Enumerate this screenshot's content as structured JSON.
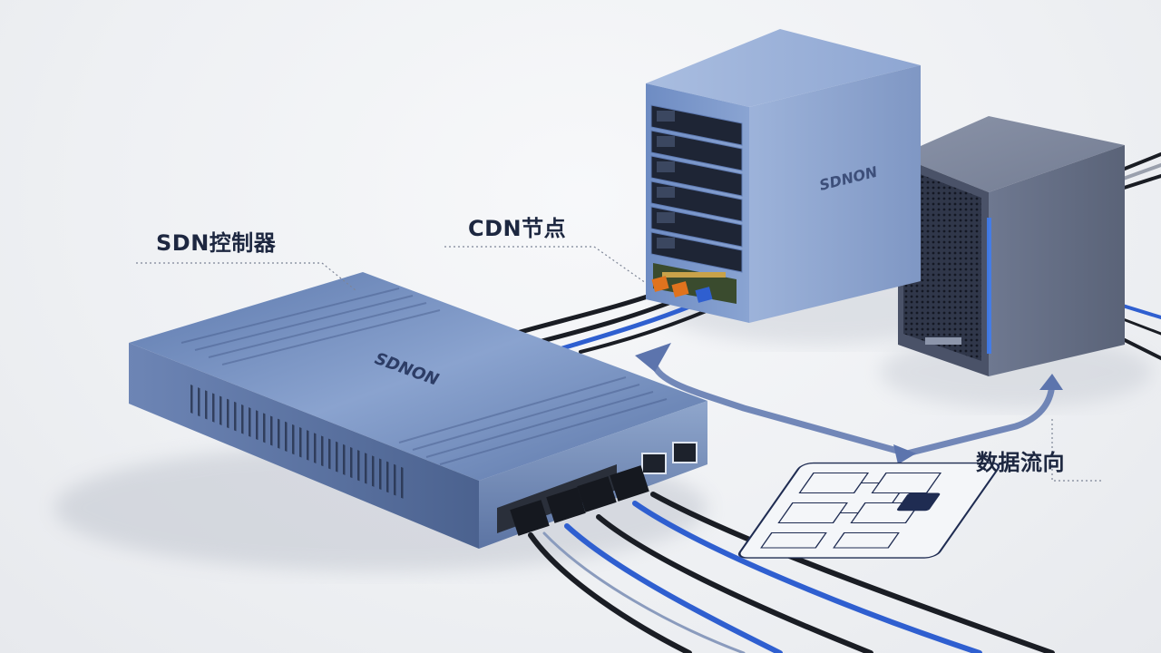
{
  "labels": {
    "sdn_controller": "SDN控制器",
    "cdn_node": "CDN节点",
    "data_flow": "数据流向"
  },
  "brand": {
    "controller_logo": "SDNON",
    "server_logo": "SDNON"
  },
  "icons": [
    "sdn-controller-device-icon",
    "cdn-server-icon",
    "storage-server-icon",
    "network-topology-card-icon",
    "flow-arrow-icon"
  ],
  "colors": {
    "label_text": "#1d2740",
    "device_blue": "#6f8fc4",
    "device_dark": "#2d3d66",
    "flow_arrow": "#5c74ad",
    "cable_blue": "#2f5fd0",
    "cable_black": "#1a1d24"
  }
}
